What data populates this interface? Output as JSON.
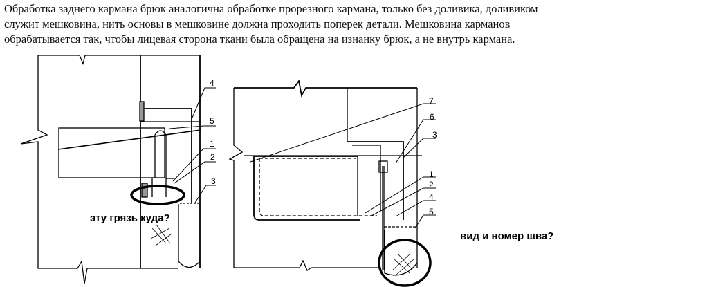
{
  "paragraph": {
    "line1": "Обработка заднего кармана брюк аналогична обработке прорезного кармана, только без доливика, доливиком",
    "line2": "служит мешковина, нить основы в мешковине должна проходить поперек детали. Мешковина карманов",
    "line3": "обрабатывается так, чтобы лицевая сторона ткани была обращена на изнанку брюк, а не внутрь кармана."
  },
  "left_figure": {
    "labels": [
      "4",
      "5",
      "1",
      "2",
      "3"
    ],
    "annotation": "эту грязь куда?"
  },
  "right_figure": {
    "labels": [
      "7",
      "6",
      "3",
      "1",
      "2",
      "4",
      "5"
    ],
    "annotation": "вид и номер шва?"
  }
}
